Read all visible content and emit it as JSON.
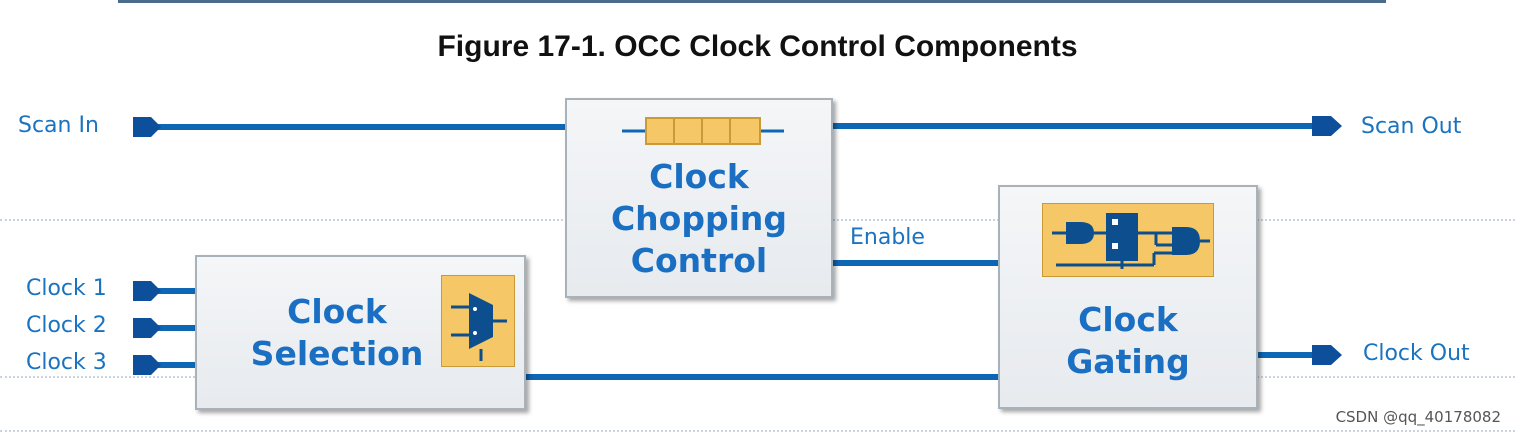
{
  "title": "Figure 17-1. OCC Clock Control Components",
  "inputs": {
    "scan_in": "Scan In",
    "clock_1": "Clock 1",
    "clock_2": "Clock 2",
    "clock_3": "Clock 3"
  },
  "outputs": {
    "scan_out": "Scan Out",
    "clock_out": "Clock Out"
  },
  "signals": {
    "enable": "Enable"
  },
  "blocks": {
    "chopping": {
      "line1": "Clock",
      "line2": "Chopping",
      "line3": "Control",
      "icon": "shift-register-icon"
    },
    "selection": {
      "line1": "Clock",
      "line2": "Selection",
      "icon": "multiplexer-icon"
    },
    "gating": {
      "line1": "Clock",
      "line2": "Gating",
      "icon": "clock-gate-icon"
    }
  },
  "watermark": "CSDN @qq_40178082",
  "colors": {
    "wire": "#0d67b5",
    "label": "#1a73c0",
    "block_text": "#1a6fc2",
    "icon_fill": "#f5c766",
    "icon_dark": "#0d4f8e"
  }
}
